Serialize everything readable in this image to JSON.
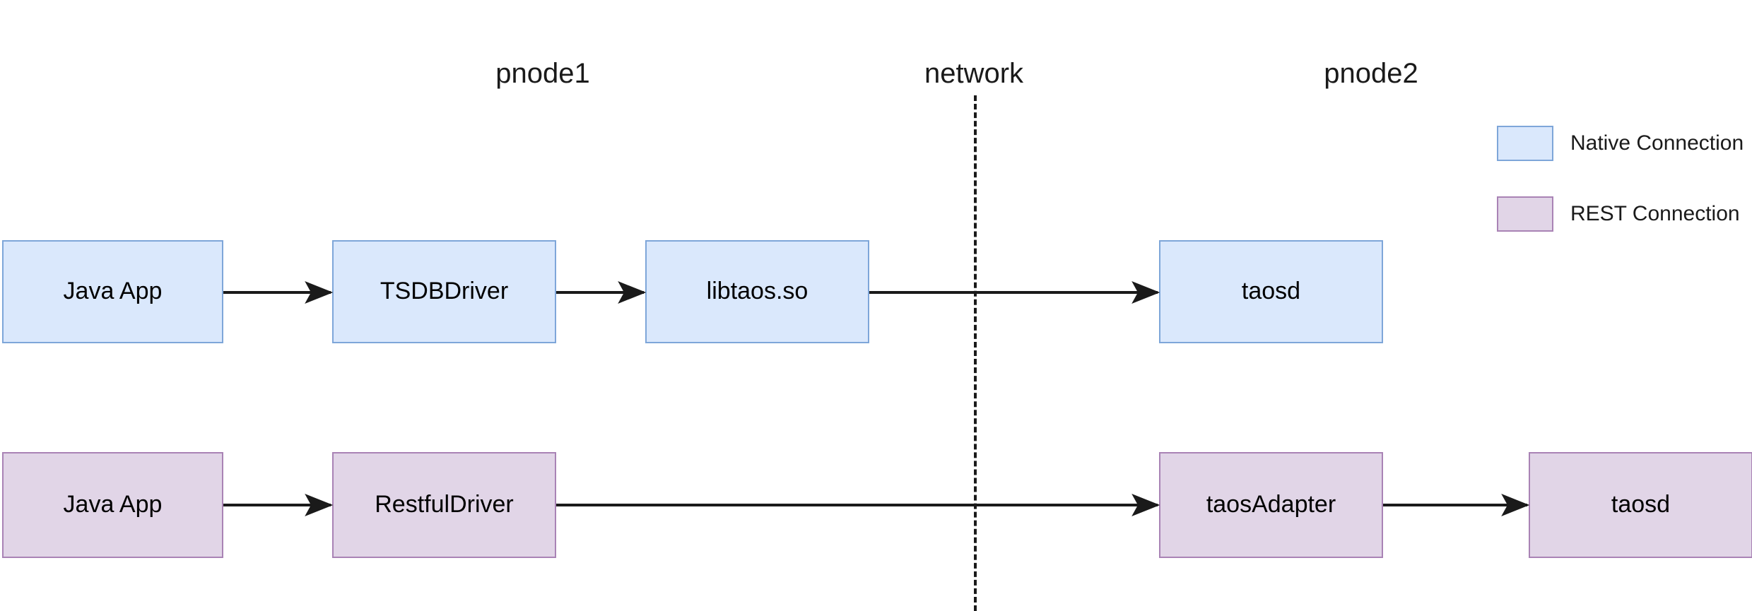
{
  "diagram": {
    "title_zones": [
      {
        "id": "pnode1",
        "label": "pnode1"
      },
      {
        "id": "network",
        "label": "network"
      },
      {
        "id": "pnode2",
        "label": "pnode2"
      }
    ],
    "colors": {
      "native_fill": "#dae8fc",
      "native_stroke": "#7ea6d9",
      "rest_fill": "#e1d5e7",
      "rest_stroke": "#a983b5",
      "arrow": "#1a1a1a",
      "divider": "#1a1a1a",
      "background": "#ffffff"
    },
    "rows": [
      {
        "id": "native-row",
        "kind": "native",
        "nodes": [
          {
            "id": "native-java-app",
            "label": "Java App"
          },
          {
            "id": "native-tsdbdriver",
            "label": "TSDBDriver"
          },
          {
            "id": "native-libtaos",
            "label": "libtaos.so"
          },
          {
            "id": "native-taosd",
            "label": "taosd"
          }
        ]
      },
      {
        "id": "rest-row",
        "kind": "rest",
        "nodes": [
          {
            "id": "rest-java-app",
            "label": "Java App"
          },
          {
            "id": "rest-restfuldriver",
            "label": "RestfulDriver"
          },
          {
            "id": "rest-taosadapter",
            "label": "taosAdapter"
          },
          {
            "id": "rest-taosd",
            "label": "taosd"
          }
        ]
      }
    ],
    "legend": {
      "items": [
        {
          "id": "legend-native",
          "label": "Native Connection",
          "swatch": "native"
        },
        {
          "id": "legend-rest",
          "label": "REST Connection",
          "swatch": "rest"
        }
      ]
    }
  }
}
